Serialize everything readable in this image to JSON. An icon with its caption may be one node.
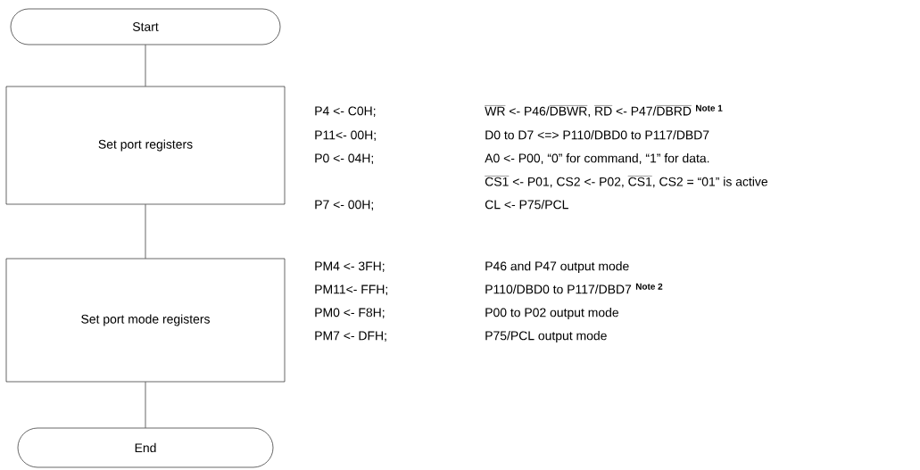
{
  "diagram": {
    "nodes": [
      {
        "text": [
          "Start"
        ]
      },
      {
        "text": [
          "Set port registers"
        ]
      },
      {
        "text": [
          "Set port mode registers"
        ]
      },
      {
        "text": [
          "End"
        ]
      }
    ],
    "edges": [
      {
        "from": 0,
        "to": 1,
        "arrow": "none"
      },
      {
        "from": 1,
        "to": 2,
        "arrow": "none"
      },
      {
        "from": 2,
        "to": 3,
        "arrow": "none"
      }
    ],
    "labels": [
      "P4 <- C0H;",
      "WR",
      "<- P46/",
      "DBWR",
      ",",
      "RD",
      "<- P47/",
      "DBRD",
      "Note 1",
      "P11<- 00H;",
      "D0 to D7 <=> P110/DBD0 to P117/DBD7",
      "P0 <- 04H;",
      "A0 <- P00, “0” for command, “1” for data.",
      "CS1",
      "<- P01, CS2 <- P02,",
      "CS1",
      ", CS2 = “01” is active",
      "P7 <- 00H;",
      "CL <- P75/PCL",
      "PM4 <- 3FH;",
      "P46 and P47 output mode",
      "PM11<- FFH;",
      "P110/DBD0 to P117/DBD7",
      "Note 2",
      "PM0 <- F8H;",
      "P00 to P02 output mode",
      "PM7 <- DFH;",
      "P75/PCL output mode"
    ]
  }
}
